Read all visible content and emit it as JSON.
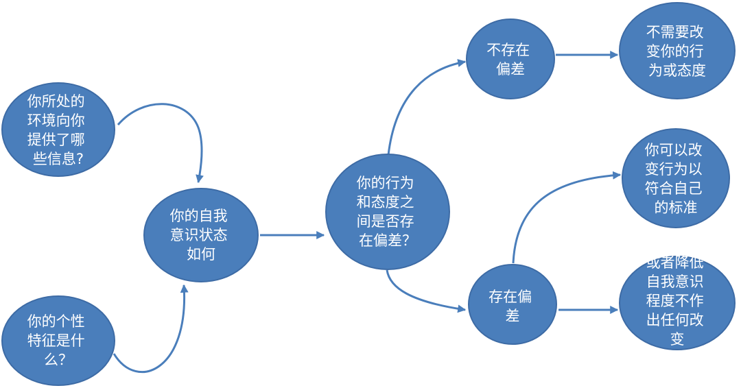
{
  "colors": {
    "node_fill": "#4a7ebb",
    "node_text": "#ffffff",
    "edge": "#4a7ebb"
  },
  "nodes": {
    "environment": {
      "lines": [
        "你所处的",
        "环境向你",
        "提供了哪",
        "些信息?"
      ]
    },
    "personality": {
      "lines": [
        "你的个性",
        "特征是什",
        "么？"
      ]
    },
    "self_awareness": {
      "lines": [
        "你的自我",
        "意识状态",
        "如何"
      ]
    },
    "discrepancy_question": {
      "lines": [
        "你的行为",
        "和态度之",
        "间是否存",
        "在偏差？"
      ]
    },
    "no_discrepancy": {
      "lines": [
        "不存在",
        "偏差"
      ]
    },
    "has_discrepancy": {
      "lines": [
        "存在偏",
        "差"
      ]
    },
    "no_change": {
      "lines": [
        "不需要改",
        "变你的行",
        "为或态度"
      ]
    },
    "change_behavior": {
      "lines": [
        "你可以改",
        "变行为以",
        "符合自己",
        "的标准"
      ]
    },
    "lower_awareness": {
      "lines": [
        "或者降低",
        "自我意识",
        "程度不作",
        "出任何改",
        "变"
      ]
    }
  }
}
